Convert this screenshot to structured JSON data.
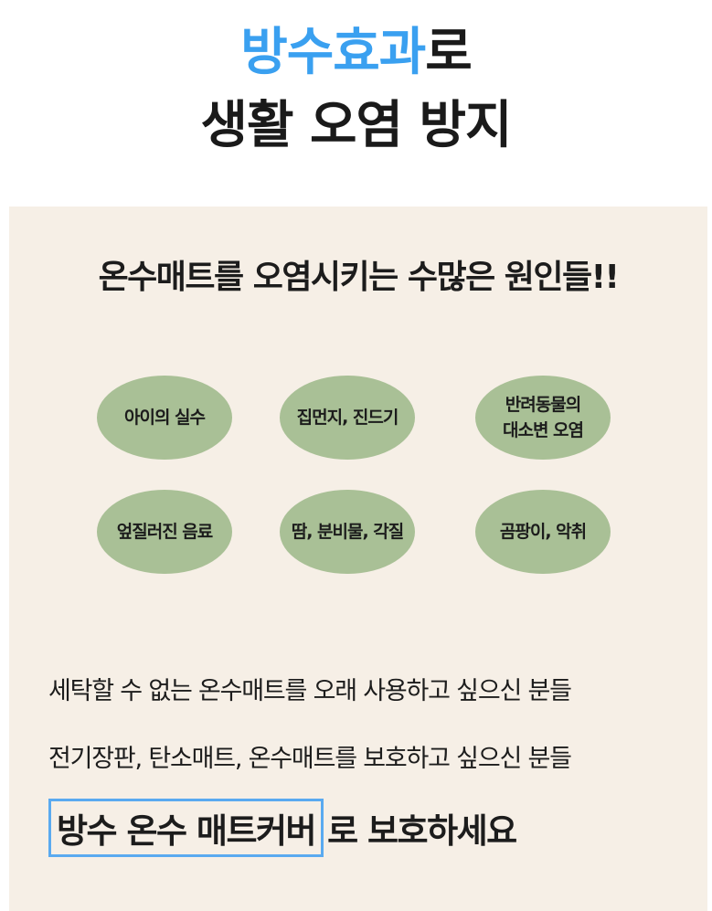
{
  "header": {
    "line1_accent": "방수효과",
    "line1_rest": "로",
    "line2": "생활 오염 방지"
  },
  "panel": {
    "title": "온수매트를 오염시키는 수많은 원인들!!",
    "causes": [
      "아이의 실수",
      "집먼지, 진드기",
      "반려동물의\n대소변 오염",
      "엎질러진 음료",
      "땀, 분비물, 각질",
      "곰팡이, 악취"
    ],
    "lines": [
      "세탁할 수 없는 온수매트를 오래 사용하고 싶으신 분들",
      "전기장판, 탄소매트, 온수매트를 보호하고 싶으신 분들"
    ],
    "cta_highlight": "방수 온수 매트커버",
    "cta_rest": "로 보호하세요"
  },
  "colors": {
    "accent": "#3aa0f0",
    "panel_bg": "#f6efe6",
    "bubble": "#a9c096",
    "highlight_border": "#5aaaf0"
  }
}
